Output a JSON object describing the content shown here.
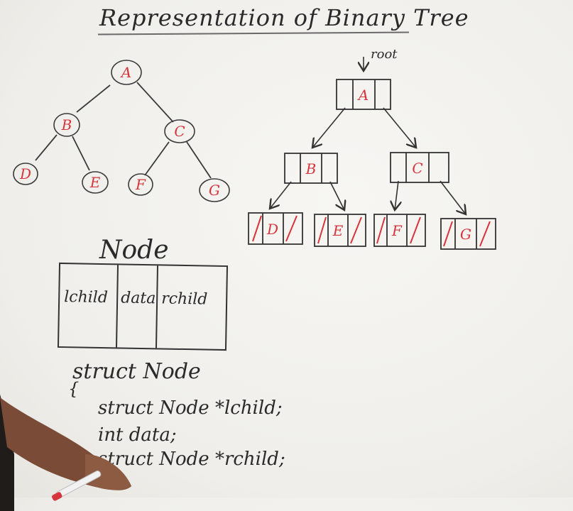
{
  "title": "Representation of Binary Tree",
  "tree": {
    "nodes": [
      "A",
      "B",
      "C",
      "D",
      "E",
      "F",
      "G"
    ],
    "edges": [
      [
        "A",
        "B"
      ],
      [
        "A",
        "C"
      ],
      [
        "B",
        "D"
      ],
      [
        "B",
        "E"
      ],
      [
        "C",
        "F"
      ],
      [
        "C",
        "G"
      ]
    ]
  },
  "linked": {
    "root_label": "root",
    "nodes": [
      "A",
      "B",
      "C",
      "D",
      "E",
      "F",
      "G"
    ]
  },
  "node_struct": {
    "heading": "Node",
    "fields": [
      "lchild",
      "data",
      "rchild"
    ]
  },
  "code": {
    "line1": "struct Node",
    "line2": "{",
    "line3": "struct Node *lchild;",
    "line4": "int data;",
    "line5": "struct Node *rchild;"
  },
  "colors": {
    "ink": "#2a2a2a",
    "node_label": "#d7353c",
    "pen_body": "#f2f2f2",
    "pen_cap": "#d7353c"
  }
}
